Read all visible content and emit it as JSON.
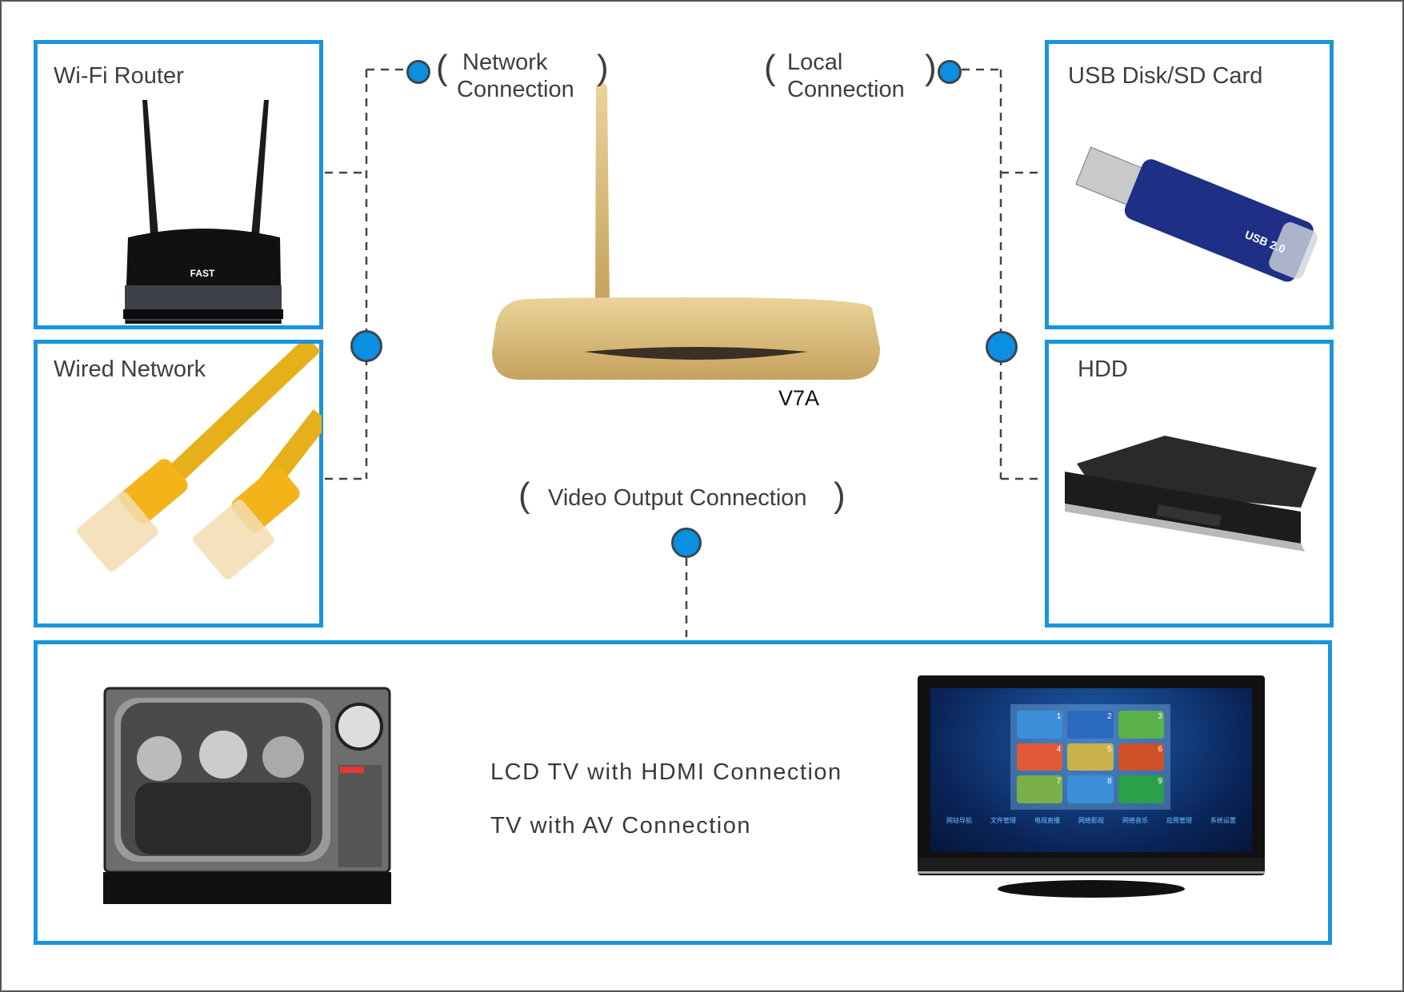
{
  "colors": {
    "accent": "#1a95dc",
    "dot": "#0b8fe0",
    "gold": "#d8bb78"
  },
  "device": {
    "model": "V7A"
  },
  "connections": {
    "network": {
      "line1": "Network",
      "line2": "Connection"
    },
    "local": {
      "line1": "Local",
      "line2": "Connection"
    },
    "video": "Video Output Connection",
    "open_paren": "(",
    "close_paren": ")"
  },
  "boxes": {
    "wifi_router": {
      "label": "Wi-Fi Router",
      "logo": "FAST"
    },
    "wired_network": {
      "label": "Wired Network"
    },
    "usb": {
      "label": "USB Disk/SD Card",
      "logo": "USB 2.0"
    },
    "hdd": {
      "label": "HDD"
    }
  },
  "tv_panel": {
    "hdmi_label": "LCD TV with HDMI Connection",
    "av_label": "TV with AV Connection",
    "menu": [
      "网站导航",
      "文件管理",
      "电视直播",
      "网络影视",
      "网络音乐",
      "应用管理",
      "系统设置"
    ],
    "tiles": [
      "1",
      "2",
      "3",
      "4",
      "5",
      "6",
      "7",
      "8",
      "9"
    ]
  }
}
